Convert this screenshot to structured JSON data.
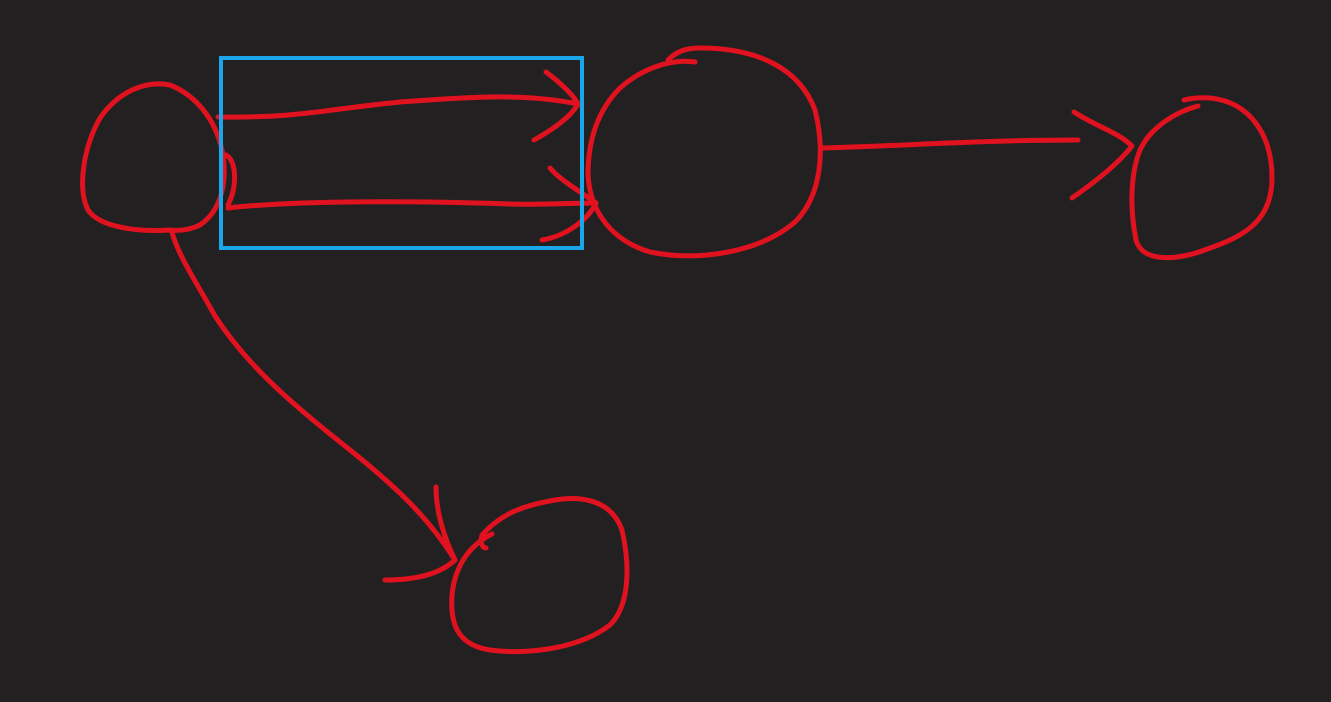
{
  "canvas": {
    "background": "#222020"
  },
  "colors": {
    "ink": "#E0121F",
    "selection": "#1AA6E8"
  },
  "nodes": [
    {
      "id": "left-node",
      "label": ""
    },
    {
      "id": "center-node",
      "label": ""
    },
    {
      "id": "right-node",
      "label": ""
    },
    {
      "id": "bottom-node",
      "label": ""
    }
  ],
  "edges": [
    {
      "from": "left-node",
      "to": "center-node",
      "label": ""
    },
    {
      "from": "left-node",
      "to": "center-node",
      "label": ""
    },
    {
      "from": "center-node",
      "to": "right-node",
      "label": ""
    },
    {
      "from": "left-node",
      "to": "bottom-node",
      "label": ""
    }
  ],
  "selection": {
    "targets": [
      "edge-0",
      "edge-1"
    ]
  }
}
